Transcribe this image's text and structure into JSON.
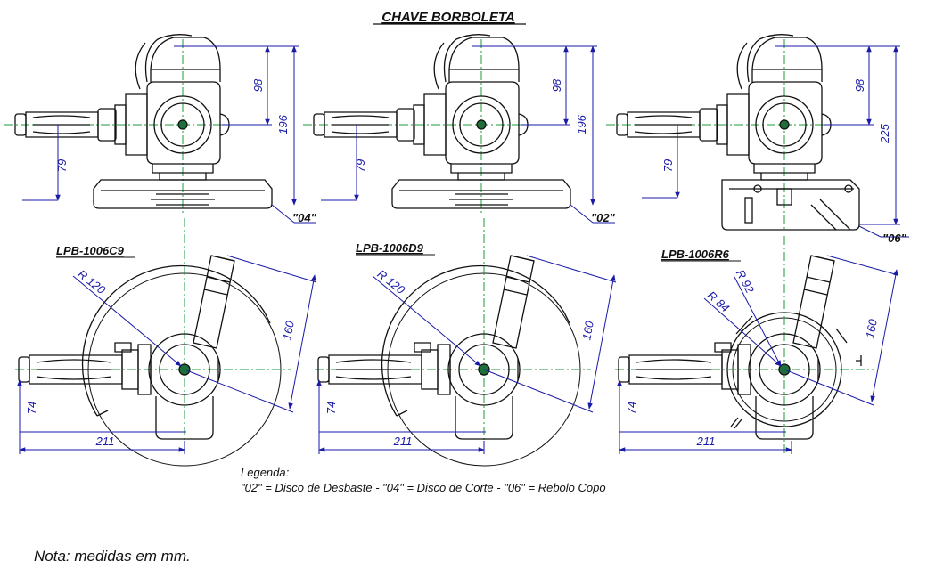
{
  "title": "CHAVE BORBOLETA",
  "side_views": [
    {
      "tag": "\"04\"",
      "dims": {
        "top": "98",
        "total": "196",
        "side": "79"
      }
    },
    {
      "tag": "\"02\"",
      "dims": {
        "top": "98",
        "total": "196",
        "side": "79"
      }
    },
    {
      "tag": "\"06\"",
      "dims": {
        "top": "98",
        "total": "225",
        "side": "79"
      }
    }
  ],
  "top_views": [
    {
      "model": "LPB-1006C9",
      "radius": "R 120",
      "length": "160",
      "height": "74",
      "width": "211"
    },
    {
      "model": "LPB-1006D9",
      "radius": "R 120",
      "length": "160",
      "height": "74",
      "width": "211"
    },
    {
      "model": "LPB-1006R6",
      "radius_outer": "R 92",
      "radius_inner": "R 84",
      "length": "160",
      "height": "74",
      "width": "211"
    }
  ],
  "legend": {
    "title": "Legenda:",
    "text": "\"02\" = Disco de Desbaste  -  \"04\" = Disco de Corte  -  \"06\" = Rebolo Copo"
  },
  "note": "Nota: medidas em mm.",
  "colors": {
    "line": "#111111",
    "dimension": "#1a1aa8",
    "centerline": "#1f9a3a"
  }
}
